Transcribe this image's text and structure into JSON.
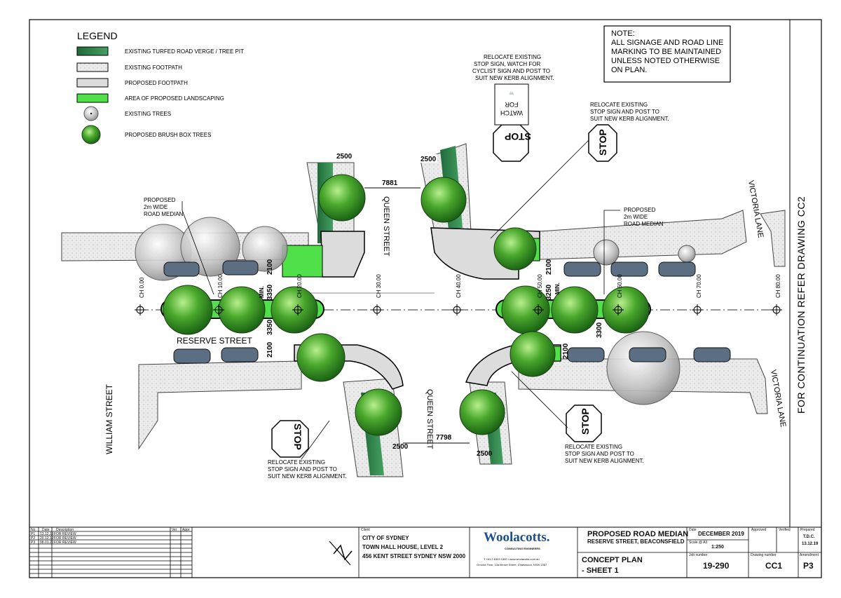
{
  "legend": {
    "title": "LEGEND",
    "items": [
      {
        "label": "EXISTING TURFED ROAD VERGE / TREE PIT",
        "swatch": "turf"
      },
      {
        "label": "EXISTING FOOTPATH",
        "swatch": "footpath"
      },
      {
        "label": "PROPOSED FOOTPATH",
        "swatch": "proposed-footpath"
      },
      {
        "label": "AREA OF PROPOSED LANDSCAPING",
        "swatch": "landscaping"
      },
      {
        "label": "EXISTING TREES",
        "swatch": "existing-tree"
      },
      {
        "label": "PROPOSED BRUSH BOX TREES",
        "swatch": "proposed-tree"
      }
    ]
  },
  "note": {
    "lines": [
      "NOTE:",
      "ALL SIGNAGE AND ROAD LINE",
      "MARKING TO BE MAINTAINED",
      "UNLESS NOTED OTHERWISE",
      "ON PLAN."
    ]
  },
  "side_label": "FOR CONTINUATION REFER DRAWING CC2",
  "streets": {
    "queen_north": "QUEEN STREET",
    "queen_south": "QUEEN STREET",
    "reserve": "RESERVE STREET",
    "william": "WILLIAM STREET",
    "victoria_north": "VICTORIA LANE",
    "victoria_south": "VICTORIA LANE"
  },
  "annotations": {
    "median_left": [
      "PROPOSED",
      "2m WIDE",
      "ROAD MEDIAN"
    ],
    "median_right": [
      "PROPOSED",
      "2m WIDE",
      "ROAD MEDIAN"
    ],
    "relocate_watch": [
      "RELOCATE EXISTING",
      "STOP SIGN, WATCH FOR",
      "CYCLIST SIGN AND POST TO",
      "SUIT NEW KERB ALIGNMENT."
    ],
    "relocate_ne": [
      "RELOCATE EXISTING",
      "STOP SIGN AND POST TO",
      "SUIT NEW KERB ALIGNMENT."
    ],
    "relocate_sw": [
      "RELOCATE EXISTING",
      "STOP SIGN AND POST TO",
      "SUIT NEW KERB ALIGNMENT."
    ],
    "relocate_se": [
      "RELOCATE EXISTING",
      "STOP SIGN AND POST TO",
      "SUIT NEW KERB ALIGNMENT."
    ]
  },
  "signs": {
    "stop": "STOP",
    "watch_line1": "WATCH",
    "watch_line2": "FOR"
  },
  "dimensions": {
    "verge_nw": "2500",
    "verge_ne": "2500",
    "verge_sw": "2500",
    "verge_se": "2500",
    "queen_north_width": "7881",
    "queen_south_width": "7798",
    "left_lane_n": "2100",
    "left_median": "3350",
    "left_median_s": "3350",
    "left_lane_s": "2100",
    "right_lane_n": "2100",
    "right_median": "3250",
    "right_median_s": "3300",
    "right_lane_s": "2100",
    "min": "MIN."
  },
  "chainages": [
    "CH 0.00",
    "CH 10.00",
    "CH 20.00",
    "CH 30.00",
    "CH 40.00",
    "CH 50.00",
    "CH 60.00",
    "CH 70.00",
    "CH 80.00"
  ],
  "title_block": {
    "revisions": [
      {
        "no": "P1",
        "date": "13.12.19",
        "desc": "FOR REVIEW"
      },
      {
        "no": "P2",
        "date": "20.12.19",
        "desc": "FOR REVIEW"
      },
      {
        "no": "P3",
        "date": "08.01.20",
        "desc": "FOR REVIEW"
      }
    ],
    "rev_headers": {
      "no": "No.",
      "date": "Date",
      "desc": "Description",
      "ver": "Ver",
      "appr": "Appr"
    },
    "client_label": "Client",
    "client_lines": [
      "CITY OF SYDNEY",
      "TOWN HALL HOUSE, LEVEL 2",
      "456 KENT STREET SYDNEY NSW 2000"
    ],
    "company": "Woolacotts.",
    "company_sub": "CONSULTING ENGINEERS",
    "contact": "T +61 2 8303 1500  I  www.woolacotts.com.au",
    "address": "Ground Floor, 13a Brown Street, Chatswood, NSW 2067",
    "title_line1": "PROPOSED ROAD MEDIAN",
    "title_line2": "RESERVE STREET, BEACONSFIELD",
    "sheet_title1": "CONCEPT PLAN",
    "sheet_title2": "- SHEET 1",
    "date_label": "Date",
    "date": "DECEMBER 2019",
    "scale_label": "Scale @ A3",
    "scale": "1:250",
    "approved_label": "Approved",
    "verified_label": "Verified",
    "prepared_label": "Prepared",
    "prepared_by": "T.D.C.",
    "prepared_date": "13.12.19",
    "job_label": "Job number",
    "job": "19-290",
    "drawing_label": "Drawing number",
    "drawing": "CC1",
    "amend_label": "Amendment",
    "amendment": "P3"
  },
  "colors": {
    "turf": "#2f7d45",
    "landscaping": "#4fe04a",
    "tree": "#3f9a2a",
    "existing_tree": "#c8c8c8",
    "car": "#5b6e82",
    "footpath": "#e6e6e6"
  }
}
